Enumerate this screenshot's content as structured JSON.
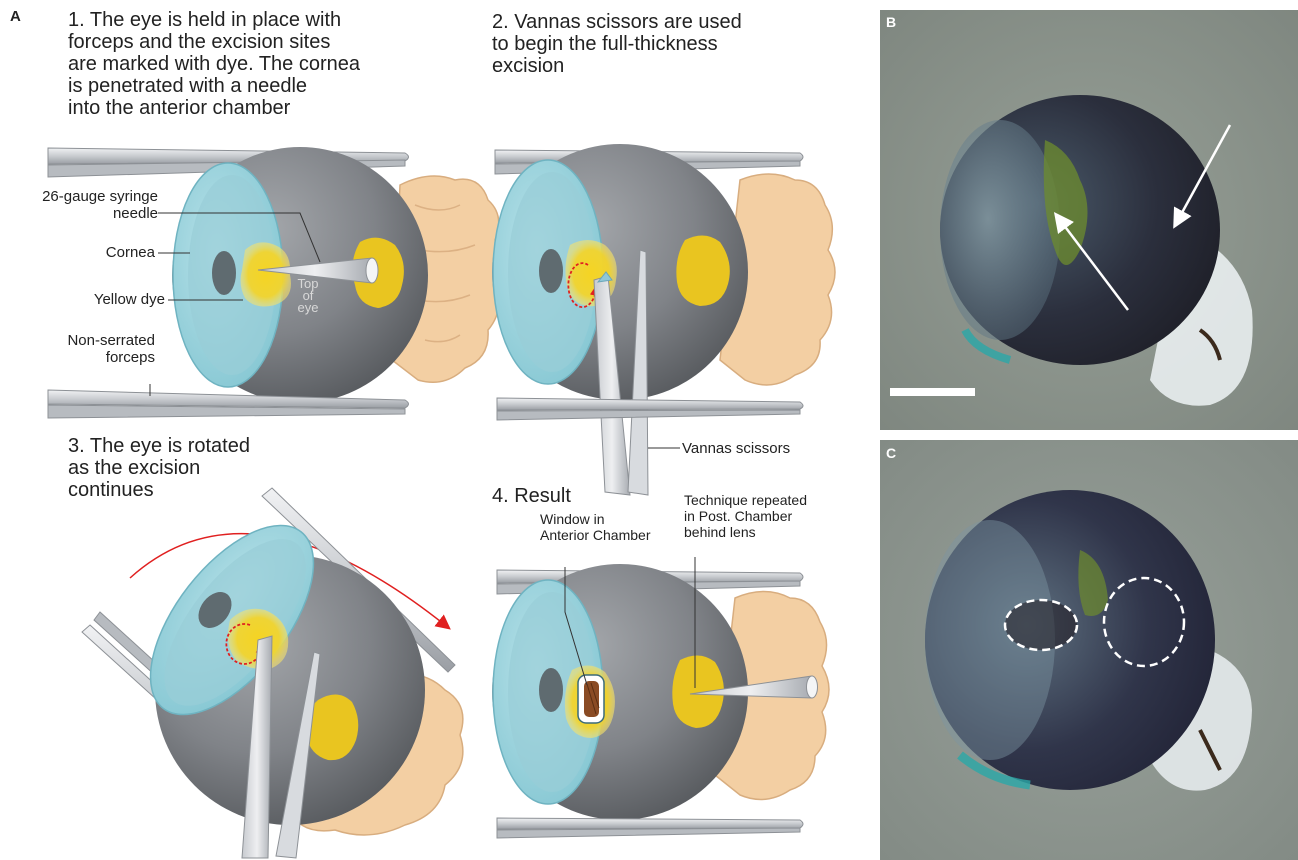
{
  "panel_a": {
    "letter": "A",
    "steps": [
      {
        "title": "1. The eye is held in place with\nforceps and the excision sites\nare marked with dye. The cornea\nis penetrated with a needle\ninto the anterior chamber"
      },
      {
        "title": "2. Vannas scissors are used\nto begin the full-thickness\nexcision"
      },
      {
        "title": "3. The eye is rotated\nas the excision\ncontinues"
      },
      {
        "title": "4. Result"
      }
    ],
    "labels": {
      "needle": "26-gauge syringe\nneedle",
      "cornea": "Cornea",
      "dye": "Yellow dye",
      "forceps": "Non-serrated\nforceps",
      "top_of_eye": "Top\nof\neye",
      "scissors": "Vannas scissors",
      "window": "Window in\nAnterior Chamber",
      "repeated": "Technique repeated\nin Post. Chamber\nbehind lens"
    }
  },
  "panel_b": {
    "letter": "B"
  },
  "panel_c": {
    "letter": "C"
  },
  "colors": {
    "eye_body": "#7b7e83",
    "cornea": "#a9dbe3",
    "dye": "#f2cf1f",
    "brain": "#f3cfa3",
    "instrument": "#d5d8dc",
    "arrow_red": "#e02020",
    "photo_bg": "#8e968f"
  }
}
